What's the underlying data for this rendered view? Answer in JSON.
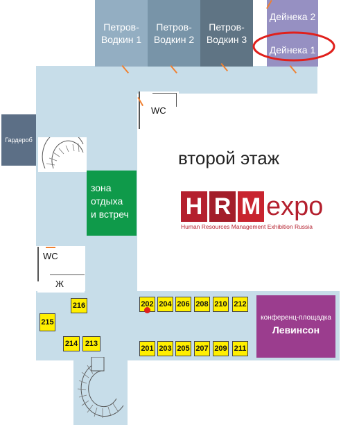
{
  "floor_title": "второй этаж",
  "halls": [
    {
      "label": "Петров-\nВодкин 1",
      "color": "#93aec2"
    },
    {
      "label": "Петров-\nВодкин 2",
      "color": "#7894a8"
    },
    {
      "label": "Петров-\nВодкин 3",
      "color": "#5f7484"
    },
    {
      "label": "Дейнека 2",
      "color": "#9690c2"
    },
    {
      "label": "Дейнека 1",
      "color": "#9690c2"
    }
  ],
  "highlight_color": "#e0201c",
  "wardrobe": {
    "label": "Гардероб",
    "color": "#5c6f86"
  },
  "lounge": {
    "label": "зона\nотдыха\nи встреч",
    "color": "#0f9a4a"
  },
  "wc_labels": [
    "WC",
    "WC"
  ],
  "womens_room": "Ж",
  "conference": {
    "line1": "конференц-площадка",
    "line2": "Левинсон",
    "color": "#9b3d8e"
  },
  "logo": {
    "letters": [
      "H",
      "R",
      "M"
    ],
    "suffix": "expo",
    "subtitle": "Human Resources Management Exhibition Russia",
    "colors": [
      "#b4202e",
      "#a31e2a",
      "#c8242f"
    ]
  },
  "booths": {
    "top_row": [
      "202",
      "204",
      "206",
      "208",
      "210",
      "212"
    ],
    "bottom_row": [
      "201",
      "203",
      "205",
      "207",
      "209",
      "211"
    ],
    "left": [
      "216",
      "215",
      "214",
      "213"
    ]
  },
  "marker_color": "#e0201c"
}
